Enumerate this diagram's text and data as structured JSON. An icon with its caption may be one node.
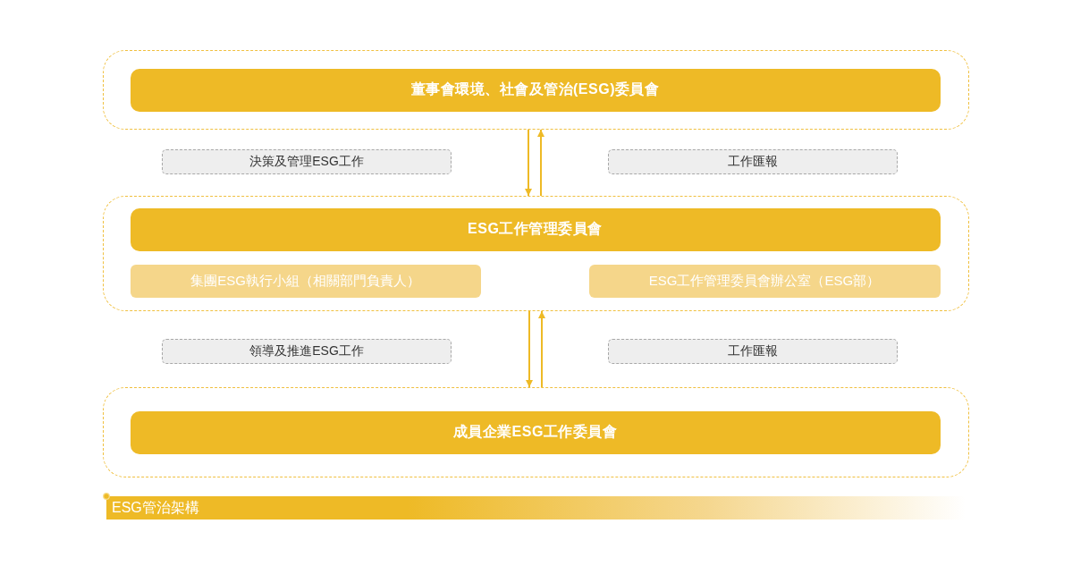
{
  "diagram": {
    "caption": "ESG管治架構",
    "nodes": [
      {
        "text": [],
        "shape": "box"
      },
      {
        "text": [
          "董事會環境、社會及管治(ESG)委員會"
        ],
        "in": 0
      },
      {
        "text": [
          "決策及管理ESG工作"
        ]
      },
      {
        "text": [
          "工作匯報"
        ]
      },
      {
        "text": [],
        "shape": "box"
      },
      {
        "text": [
          "ESG工作管理委員會"
        ],
        "in": 4
      },
      {
        "text": [
          "集團ESG執行小組（相關部門負責人）"
        ],
        "in": 4
      },
      {
        "text": [
          "ESG工作管理委員會辦公室（ESG部）"
        ],
        "in": 4
      },
      {
        "text": [
          "領導及推進ESG工作"
        ]
      },
      {
        "text": [
          "工作匯報"
        ]
      },
      {
        "text": [],
        "shape": "box"
      },
      {
        "text": [
          "成員企業ESG工作委員會"
        ],
        "in": 10
      }
    ],
    "edges": [
      {
        "from": 0,
        "to": 4,
        "arrow": "to"
      },
      {
        "from": 4,
        "to": 0,
        "arrow": "to"
      },
      {
        "from": 4,
        "to": 10,
        "arrow": "to"
      },
      {
        "from": 10,
        "to": 4,
        "arrow": "to"
      }
    ]
  }
}
